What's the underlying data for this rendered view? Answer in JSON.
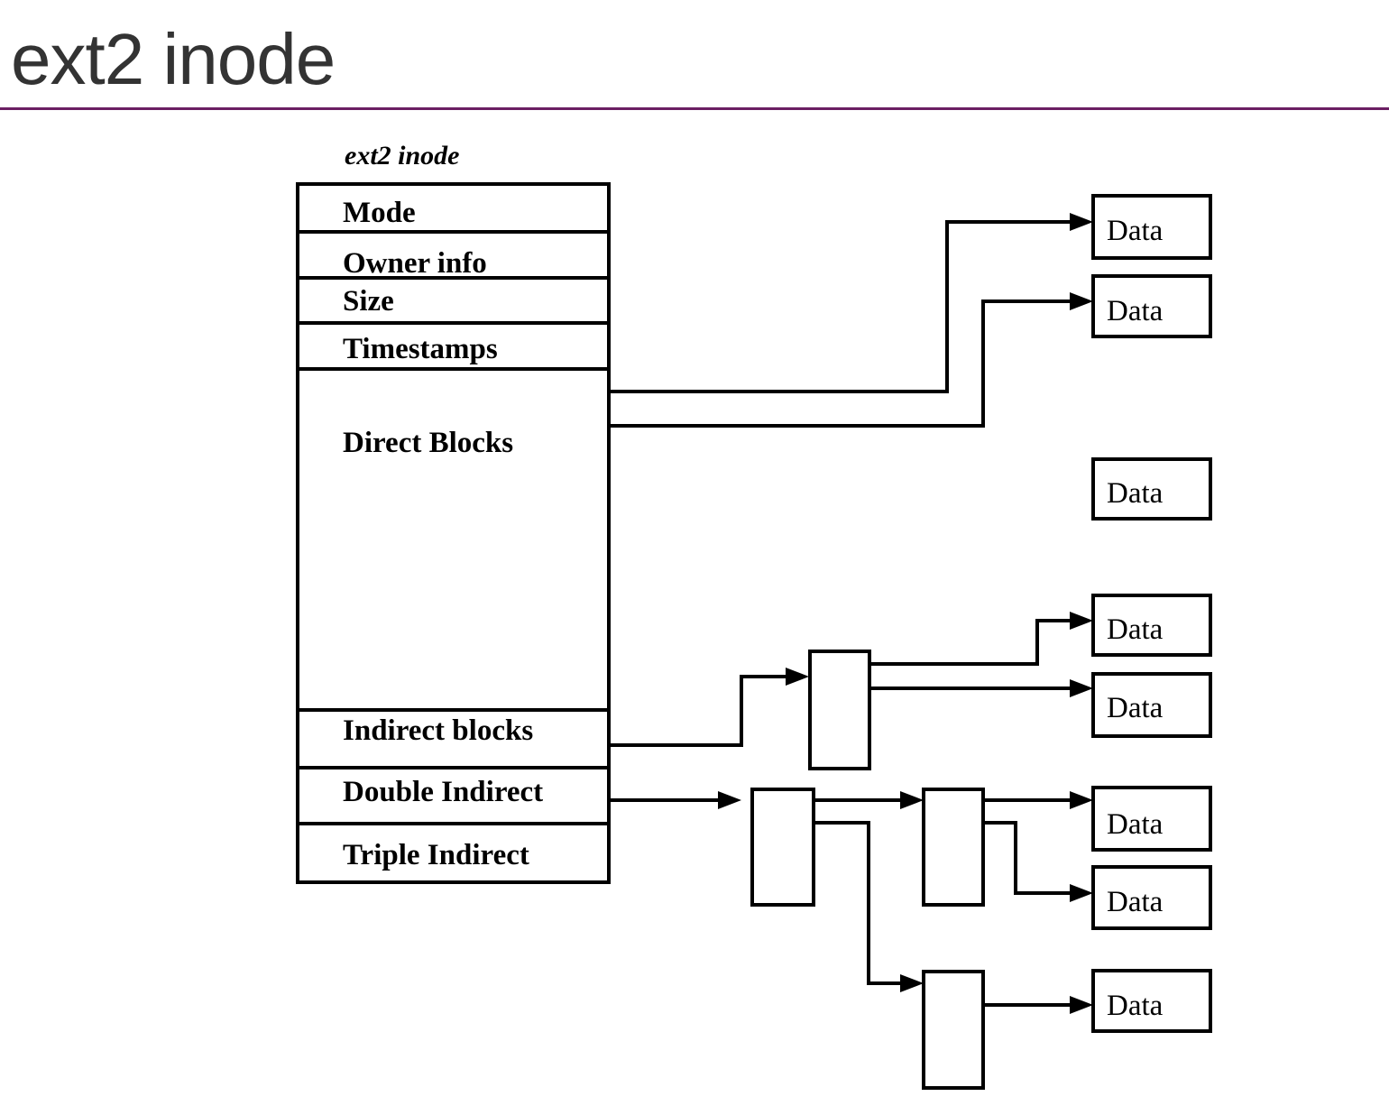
{
  "slide": {
    "title": "ext2 inode"
  },
  "diagram": {
    "caption": "ext2 inode",
    "inode_fields": [
      "Mode",
      "Owner info",
      "Size",
      "Timestamps",
      "Direct Blocks",
      "Indirect blocks",
      "Double Indirect",
      "Triple Indirect"
    ],
    "data_label": "Data",
    "data_block_count": 8,
    "pointer_block_count": 4
  }
}
